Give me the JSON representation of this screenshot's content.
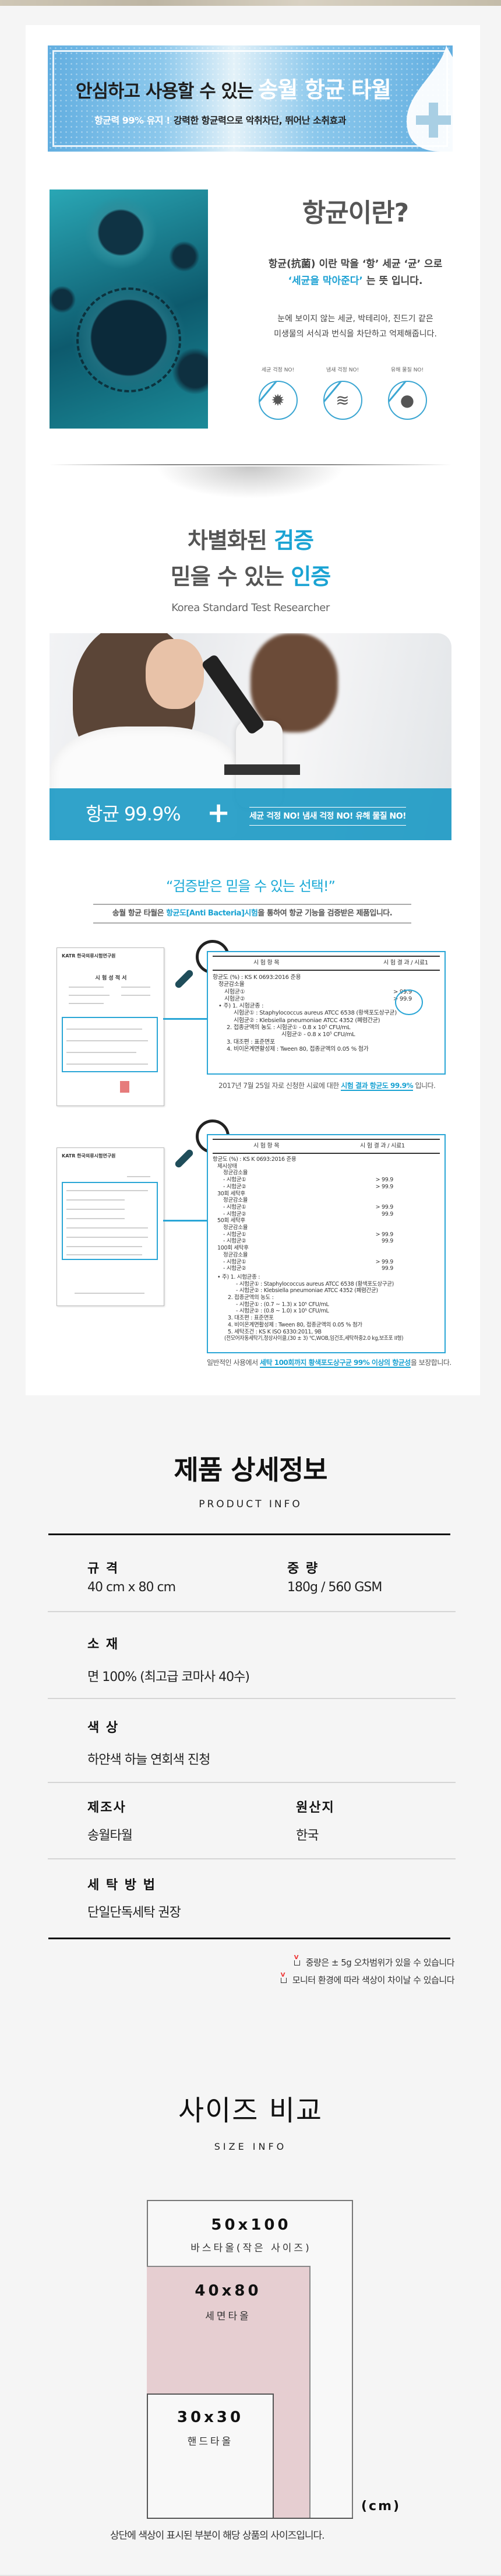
{
  "banner": {
    "title_prefix": "안심하고 사용할 수 있는",
    "title_highlight": "송월 항균 타월",
    "sub_highlight": "항균력 99% 유지 !",
    "sub_text": "강력한 항균력으로 악취차단, 뛰어난 소취효과",
    "icon": "water-drop-plus-icon"
  },
  "antibacteria": {
    "title": "항균이란?",
    "line1": "항균(抗菌) 이란 막을 ‘항’ 세균 ‘균’ 으로",
    "line2_highlight": "‘세균을 막아준다’",
    "line2_text": "는 뜻 입니다.",
    "desc1": "눈에 보이지 않는 세균, 박테리아, 진드기 같은",
    "desc2": "미생물의 서식과 번식을 차단하고 억제해줍니다.",
    "colors": {
      "accent": "#1ea2d4"
    },
    "no_icons": [
      {
        "label": "세균 걱정 NO!",
        "icon": "germ-icon"
      },
      {
        "label": "냄새 걱정 NO!",
        "icon": "odor-icon"
      },
      {
        "label": "유해 물질 NO!",
        "icon": "mite-icon"
      }
    ]
  },
  "certification": {
    "title1_text": "차별화된",
    "title1_highlight": "검증",
    "title2_text": "믿을 수 있는",
    "title2_highlight": "인증",
    "subtitle": "Korea Standard Test Researcher",
    "lab_percent": "항균 99.9%",
    "lab_plus": "+",
    "lab_tag": "세균 걱정 NO! 냄새 걱정 NO! 유해 물질 NO!"
  },
  "quote": {
    "text": "“검증받은 믿을 수 있는 선택!”",
    "sub_prefix": "송월 항균 타월은",
    "sub_highlight": "항균도[Anti Bacteria]시험",
    "sub_suffix": "을 통하여 항균 기능을 검증받은 제품입니다."
  },
  "cert1": {
    "logo": "KATR 한국의류시험연구원",
    "doc_title": "시 험 성 적 서",
    "header_left": "시 험 항 목",
    "header_right_top": "시 험 결 과",
    "header_right_bottom": "시료1",
    "standard": "항균도 (%) : KS K 0693:2016 준용",
    "group": "정균감소율",
    "rows": [
      {
        "label": "시험균①",
        "value": "> 99.9"
      },
      {
        "label": "시험균②",
        "value": "> 99.9"
      }
    ],
    "notes": [
      "• 주) 1. 시험균종 :",
      "시험균① : Staphylococcus aureus ATCC 6538 (황색포도상구균)",
      "시험균② : Klebsiella pneumoniae ATCC 4352 (폐렴간균)",
      "2. 접종균액의 농도 : 시험균① - 0.8 x 10⁵ CFU/mL",
      "시험균② - 0.8 x 10⁵ CFU/mL",
      "3. 대조편 : 표준면포",
      "4. 비이온계면활성제 : Tween 80, 접종균액의 0.05 % 첨가"
    ],
    "caption_prefix": "2017년 7월 25일 자로 신청한 시료에 대한",
    "caption_highlight": "시험 결과 항균도 99.9%",
    "caption_suffix": "입니다."
  },
  "cert2": {
    "logo": "KATR 한국의류시험연구원",
    "header_left": "시 험 항 목",
    "header_right_top": "시 험 결 과",
    "header_right_bottom": "시료1",
    "standard": "항균도 (%) : KS K 0693:2016 준용",
    "sections": [
      {
        "title": "제시상태",
        "group": "정균감소율",
        "rows": [
          {
            "label": "- 시험균①",
            "value": "> 99.9"
          },
          {
            "label": "- 시험균②",
            "value": "> 99.9"
          }
        ]
      },
      {
        "title": "30회 세탁후",
        "group": "정균감소율",
        "rows": [
          {
            "label": "- 시험균①",
            "value": "> 99.9"
          },
          {
            "label": "- 시험균②",
            "value": "99.9"
          }
        ]
      },
      {
        "title": "50회 세탁후",
        "group": "정균감소율",
        "rows": [
          {
            "label": "- 시험균①",
            "value": "> 99.9"
          },
          {
            "label": "- 시험균②",
            "value": "99.9"
          }
        ]
      },
      {
        "title": "100회 세탁후",
        "group": "정균감소율",
        "rows": [
          {
            "label": "- 시험균①",
            "value": "> 99.9"
          },
          {
            "label": "- 시험균②",
            "value": "99.9"
          }
        ]
      }
    ],
    "notes": [
      "• 주) 1. 시험균종 :",
      "- 시험균① : Staphylococcus aureus ATCC 6538 (황색포도상구균)",
      "- 시험균② : Klebsiella pneumoniae ATCC 4352 (폐렴간균)",
      "2. 접종균액의 농도 :",
      "- 시험균① : (0.7 ~ 1.3) x 10⁵ CFU/mL",
      "- 시험균② : (0.8 ~ 1.0) x 10⁵ CFU/mL",
      "3. 대조편 : 표준면포",
      "4. 비이온계면활성제 : Tween 80, 접종균액의 0.05 % 첨가",
      "5. 세탁조건 : KS K ISO 6330:2011, 9B",
      "(전모어자동세탁기,정상사이클,(30 ± 3) ℃,WOB,임건조,세탁하중2.0 kg,보조포 II형)"
    ],
    "caption_prefix": "일반적인 사용에서",
    "caption_highlight": "세탁 100회까지 황색포도상구균 99% 이상의 항균성",
    "caption_suffix": "을 보장합니다."
  },
  "product_info": {
    "title": "제품 상세정보",
    "subtitle": "PRODUCT INFO",
    "rows": [
      {
        "label": "규 격",
        "value": "40 cm x 80 cm"
      },
      {
        "label": "중 량",
        "value": "180g / 560 GSM"
      },
      {
        "label": "소 재",
        "value": "면 100% (최고급 코마사 40수)"
      },
      {
        "label": "색 상",
        "value": "하얀색 하늘 연회색 진청"
      },
      {
        "label": "제조사",
        "value": "송월타월"
      },
      {
        "label": "원산지",
        "value": "한국"
      },
      {
        "label": "세 탁 방 법",
        "value": "단일단독세탁 권장"
      }
    ],
    "notes": [
      "중량은 ± 5g 오차범위가 있을 수 있습니다",
      "모니터 환경에 따라 색상이 차이날 수 있습니다"
    ]
  },
  "size_info": {
    "title": "사이즈 비교",
    "subtitle": "SIZE INFO",
    "sizes": [
      {
        "dim": "50x100",
        "name": "바스타올(작은 사이즈)"
      },
      {
        "dim": "40x80",
        "name": "세면타올",
        "highlight_color": "#e6ced1"
      },
      {
        "dim": "30x30",
        "name": "핸드타올"
      }
    ],
    "unit": "(cm)",
    "note": "상단에 색상이 표시된 부분이 해당 상품의 사이즈입니다."
  }
}
